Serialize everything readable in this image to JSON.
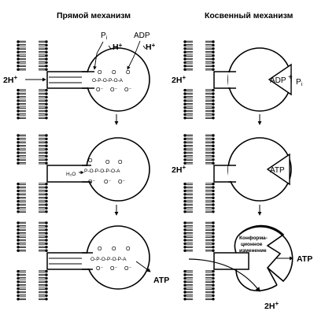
{
  "headings": {
    "left": "Прямой механизм",
    "right": "Косвенный механизм"
  },
  "labels": {
    "proton_in": "2H",
    "proton_out": "2H",
    "plus": "+",
    "pi": "P",
    "pi_sub": "i",
    "h_plus": "H",
    "adp": "ADP",
    "atp": "ATP",
    "water": "H₂O",
    "conformation_1": "Конформа-",
    "conformation_2": "ционное",
    "conformation_3": "изменение"
  },
  "chem": {
    "adp_chain": "O-P-O-P-O-A",
    "atp_chain": "P-O-P-O-P-O-A",
    "released_chain": "O-P-O-P-O-P-A",
    "oxygen": "O",
    "charged_oxygen": "O⁻"
  },
  "colors": {
    "ink": "#000000",
    "background": "#ffffff"
  }
}
